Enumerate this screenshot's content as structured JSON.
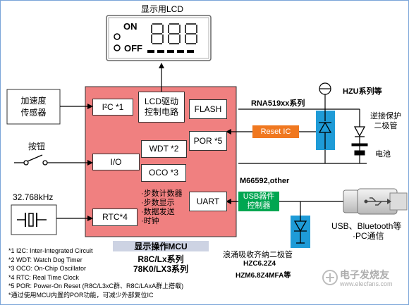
{
  "diagram": {
    "lcd": {
      "title": "显示用LCD",
      "on": "ON",
      "off": "OFF"
    },
    "sensor": {
      "line1": "加速度",
      "line2": "传感器"
    },
    "button": {
      "label": "按钮"
    },
    "crystal": {
      "label": "32.768kHz"
    },
    "mcu": {
      "i2c": "I²C *1",
      "io": "I/O",
      "rtc": "RTC*4",
      "lcd_driver_line1": "LCD驱动",
      "lcd_driver_line2": "控制电路",
      "flash": "FLASH",
      "por": "POR *5",
      "wdt": "WDT *2",
      "oco": "OCO *3",
      "uart": "UART",
      "bullets": [
        "·步数计数器",
        "·步数显示",
        "·数据发送",
        "·时钟"
      ]
    },
    "mcu_caption": {
      "banner": "显示操作MCU",
      "line1": "R8C/Lx系列",
      "line2": "78K0/LX3系列"
    },
    "rna": {
      "label": "RNA519xx系列"
    },
    "reset_ic": {
      "label": "Reset IC"
    },
    "hzu": {
      "label": "HZU系列等"
    },
    "protect": {
      "line1": "逆接保护",
      "line2": "二极管"
    },
    "battery": {
      "label": "电池"
    },
    "m66592": {
      "label": "M66592,other"
    },
    "usb_ctrl": {
      "line1": "USB器件",
      "line2": "控制器"
    },
    "usb_text": {
      "line1": "USB、Bluetooth等",
      "line2": "·PC通信"
    },
    "surge": {
      "label": "浪涌吸收齐纳二极管",
      "part1": "HZC6.2Z4",
      "part2": "HZM6.8Z4MFA等"
    },
    "notes": [
      "*1 I2C: Inter-Integrated Circuit",
      "*2 WDT: Watch Dog Timer",
      "*3 OCO: On-Chip Oscillator",
      "*4 RTC: Real Time Clock",
      "*5 POR: Power-On Reset (R8C/L3xC群、R8C/LAxA群上搭载)",
      "*通过使用MCU内置的POR功能，可减少外部复位IC"
    ],
    "watermark": {
      "line1": "电子发烧友",
      "line2": "www.elecfans.com"
    },
    "colors": {
      "mcu_fill": "#f08080",
      "accent_blue": "#1e9bd7",
      "reset_orange": "#f07820",
      "usb_green": "#00a651"
    }
  }
}
